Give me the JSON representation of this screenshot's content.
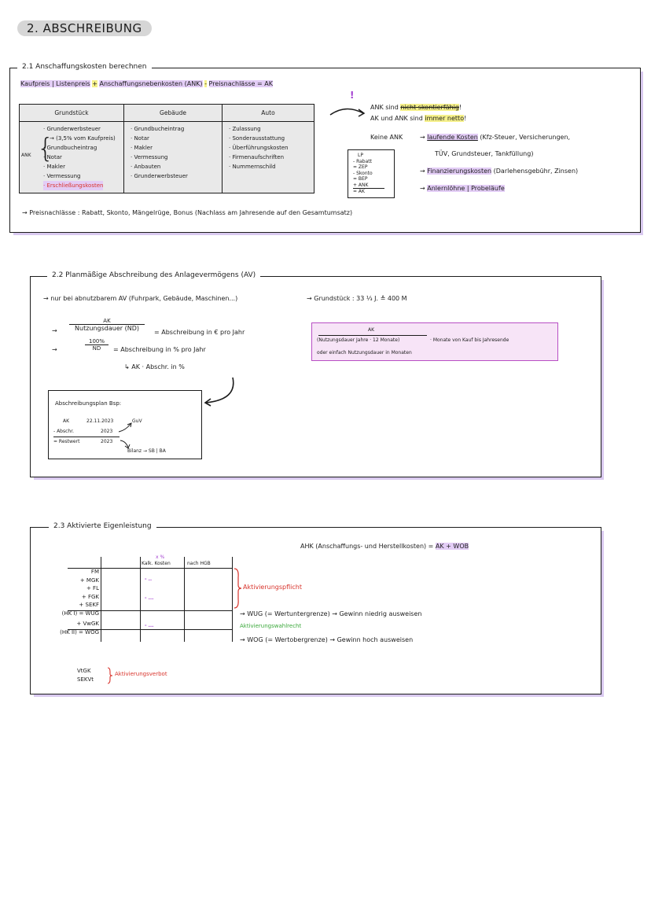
{
  "page_title": "2. ABSCHREIBUNG",
  "s21": {
    "title": "2.1 Anschaffungskosten berechnen",
    "formula": {
      "a": "Kaufpreis | Listenpreis",
      "plus": "+",
      "b": "Anschaffungsnebenkosten (ANK)",
      "minus": "-",
      "c": "Preisnachlässe = AK"
    },
    "table": {
      "headers": [
        "Grundstück",
        "Gebäude",
        "Auto"
      ],
      "ank_label": "ANK",
      "col1": [
        "· Grunderwerbsteuer",
        "→ (3,5% vom Kaufpreis)",
        "· Grundbucheintrag",
        "· Notar",
        "· Makler",
        "· Vermessung",
        "· Erschließungskosten"
      ],
      "col2": [
        "· Grundbucheintrag",
        "· Notar",
        "· Makler",
        "· Vermessung",
        "· Anbauten",
        "· Grunderwerbsteuer"
      ],
      "col3": [
        "· Zulassung",
        "· Sonderausstattung",
        "· Überführungskosten",
        "· Firmenaufschriften",
        "· Nummernschild"
      ]
    },
    "exclaim": "!",
    "note1_a": "ANK sind",
    "note1_b": "nicht skontierfähig",
    "note1_c": "!",
    "note2_a": "AK und ANK sind",
    "note2_b": "immer netto",
    "note2_c": "!",
    "keine_ank": "Keine ANK",
    "lk_a": "laufende Kosten",
    "lk_b": "(Kfz-Steuer, Versicherungen,",
    "lk_c": "TÜV, Grundsteuer, Tankfüllung)",
    "fk_a": "Finanzierungskosten",
    "fk_b": "(Darlehensgebühr, Zinsen)",
    "ap": "Anlernlöhne | Probeläufe",
    "calc": [
      "LP",
      "- Rabatt",
      "= ZEP",
      "- Skonto",
      "= BEP",
      "+ ANK",
      "= AK"
    ],
    "preis": "→ Preisnachlässe : Rabatt, Skonto, Mängelrüge, Bonus (Nachlass am Jahresende auf den Gesamtumsatz)"
  },
  "s22": {
    "title": "2.2 Planmäßige Abschreibung des Anlagevermögens (AV)",
    "line1": "→ nur bei abnutzbarem AV (Fuhrpark, Gebäude, Maschinen...)",
    "line1b": "→ Grundstück : 33 ⅓ J. ≙ 400 M",
    "f1_num": "AK",
    "f1_den": "Nutzungsdauer (ND)",
    "f1_res": "= Abschreibung in € pro Jahr",
    "f2_num": "100%",
    "f2_den": "ND",
    "f2_res": "= Abschreibung in % pro Jahr",
    "f2_sub": "↳ AK · Abschr. in %",
    "arrow": "→",
    "pink_num": "AK",
    "pink_den": "(Nutzungsdauer Jahre · 12 Monate)",
    "pink_rest": "· Monate von Kauf bis Jahresende",
    "pink_or": "oder einfach Nutzungsdauer in Monaten",
    "plan_title": "Abschreibungsplan Bsp:",
    "plan_ak": "AK",
    "plan_date": "22.11.2023",
    "plan_guv": "GuV",
    "plan_abschr": "- Abschr.",
    "plan_year1": "2023",
    "plan_rw": "= Restwert",
    "plan_year2": "2023",
    "plan_bilanz": "Bilanz → SB | BA"
  },
  "s23": {
    "title": "2.3 Aktivierte Eigenleistung",
    "ahk_a": "AHK (Anschaffungs- und Herstellkosten) =",
    "ahk_b": "AK + WOB",
    "col_kalk_pct": "x %",
    "col_kalk": "Kalk. Kosten",
    "col_hgb": "nach HGB",
    "rows": [
      "FM",
      "+ MGK",
      "+ FL",
      "+ FGK",
      "+ SEKF",
      "(HK I) = WUG",
      "+ VwGK",
      "(HK II) = WOG"
    ],
    "dash_dots1": "- ..",
    "dash_dots2": "- ...",
    "dash_dots3": "- ...",
    "pflicht": "Aktivierungspflicht",
    "wug_note": "→ WUG (= Wertuntergrenze) → Gewinn niedrig ausweisen",
    "wahl": "Aktivierungswahlrecht",
    "wog_note": "→ WOG (= Wertobergrenze) → Gewinn hoch ausweisen",
    "verbot_items": [
      "VtGK",
      "SEKVt"
    ],
    "verbot": "Aktivierungsverbot"
  },
  "colors": {
    "highlight_purple": "#e3cdf6",
    "highlight_yellow": "#f5f08a",
    "shadow": "#d9c9ef",
    "pink_box": "#f7e4f7",
    "red": "#d8332b",
    "green": "#3aa83a"
  }
}
